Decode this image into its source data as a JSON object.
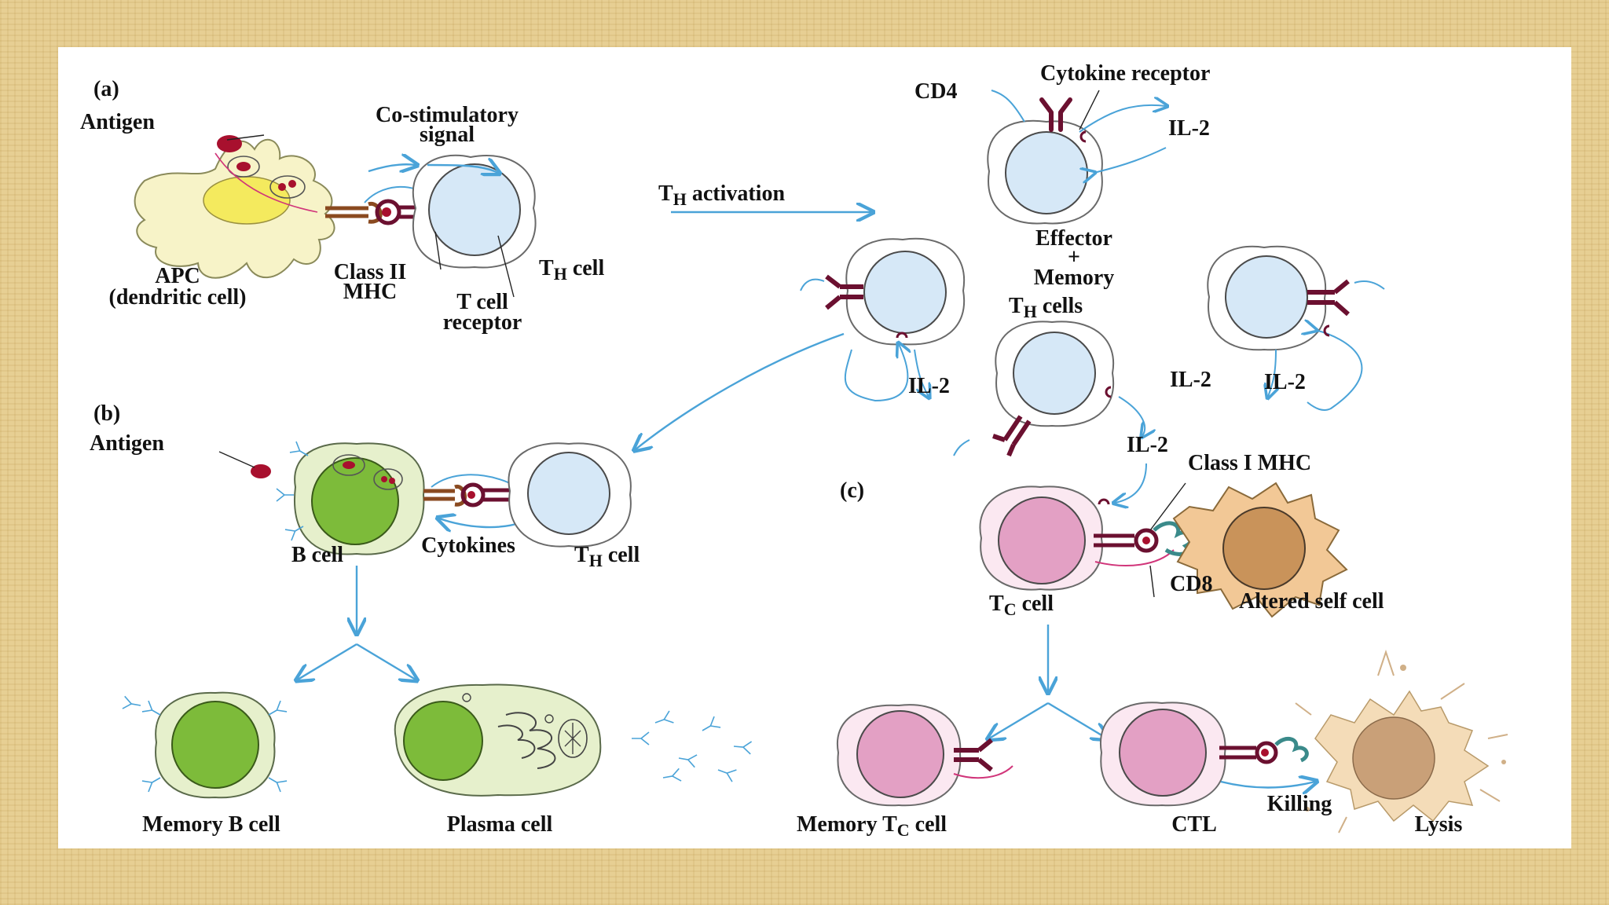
{
  "colors": {
    "background": "#e7cf93",
    "panel": "#ffffff",
    "arrow": "#4aa3d8",
    "th_cell": "#d6e8f7",
    "b_nucleus": "#7dbb3a",
    "tc_cell": "#e3a0c4",
    "apc": "#f7f3c8",
    "altered_cell": "#f2c896",
    "receptor": "#6b1030",
    "antigen": "#a8102e"
  },
  "section_a": {
    "marker": "(a)",
    "antigen": "Antigen",
    "costim_line1": "Co-stimulatory",
    "costim_line2": "signal",
    "apc_line1": "APC",
    "apc_line2": "(dendritic cell)",
    "class2_line1": "Class II",
    "class2_line2": "MHC",
    "tcr_line1": "T cell",
    "tcr_line2": "receptor",
    "th_cell": {
      "main": "T",
      "sub": "H",
      "rest": " cell"
    },
    "activation": {
      "main": "T",
      "sub": "H",
      "rest": " activation"
    }
  },
  "effector": {
    "cytokine_receptor": "Cytokine receptor",
    "cd4": "CD4",
    "il2_top": "IL-2",
    "line1": "Effector",
    "line2": "+",
    "line3": "Memory",
    "line4": {
      "main": "T",
      "sub": "H",
      "rest": "  cells"
    },
    "il2_left": "IL-2",
    "il2_mid": "IL-2",
    "il2_right": "IL-2",
    "il2_down": "IL-2"
  },
  "section_b": {
    "marker": "(b)",
    "antigen": "Antigen",
    "b_cell": "B cell",
    "cytokines": "Cytokines",
    "th_cell": {
      "main": "T",
      "sub": "H",
      "rest": " cell"
    },
    "memory_b": "Memory B cell",
    "plasma": "Plasma cell"
  },
  "section_c": {
    "marker": "(c)",
    "class1": "Class I MHC",
    "cd8": "CD8",
    "tc_cell": {
      "main": "T",
      "sub": "C",
      "rest": " cell"
    },
    "altered": "Altered self cell",
    "memory_tc": {
      "main": "Memory T",
      "sub": "C",
      "rest": " cell"
    },
    "ctl": "CTL",
    "killing": "Killing",
    "lysis": "Lysis"
  }
}
